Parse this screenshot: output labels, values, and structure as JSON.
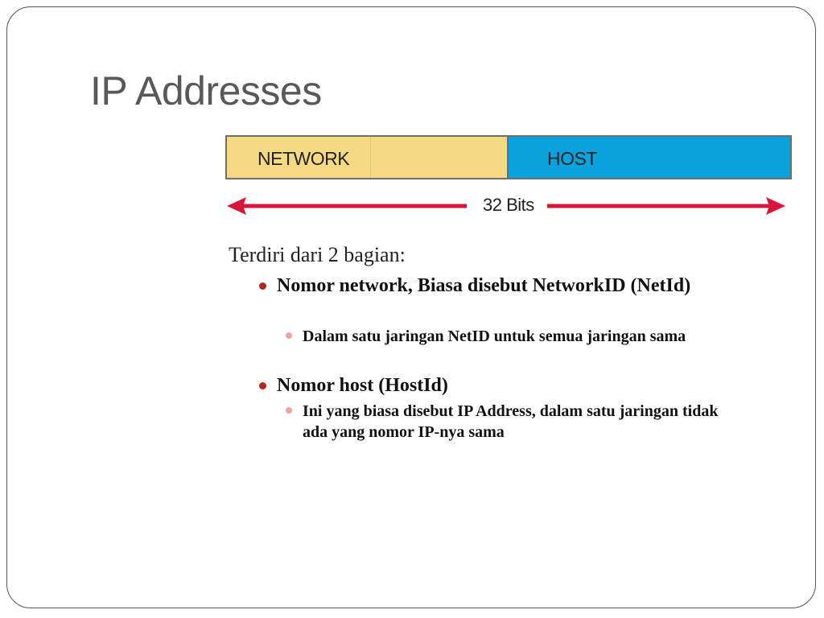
{
  "slide": {
    "title": "IP Addresses"
  },
  "diagram": {
    "network_label": "NETWORK",
    "host_label": "HOST",
    "size_label": "32 Bits",
    "colors": {
      "network_fill": "#f6d983",
      "host_fill": "#0aa2dc",
      "arrow": "#d7173a"
    }
  },
  "content": {
    "intro": "Terdiri dari 2 bagian:",
    "items": [
      {
        "text": "Nomor network, Biasa disebut NetworkID (NetId)",
        "sub": "Dalam satu jaringan NetID untuk semua jaringan sama"
      },
      {
        "text": "Nomor host (HostId)",
        "sub": "Ini yang biasa disebut IP Address, dalam satu jaringan tidak ada yang nomor IP-nya sama"
      }
    ]
  }
}
